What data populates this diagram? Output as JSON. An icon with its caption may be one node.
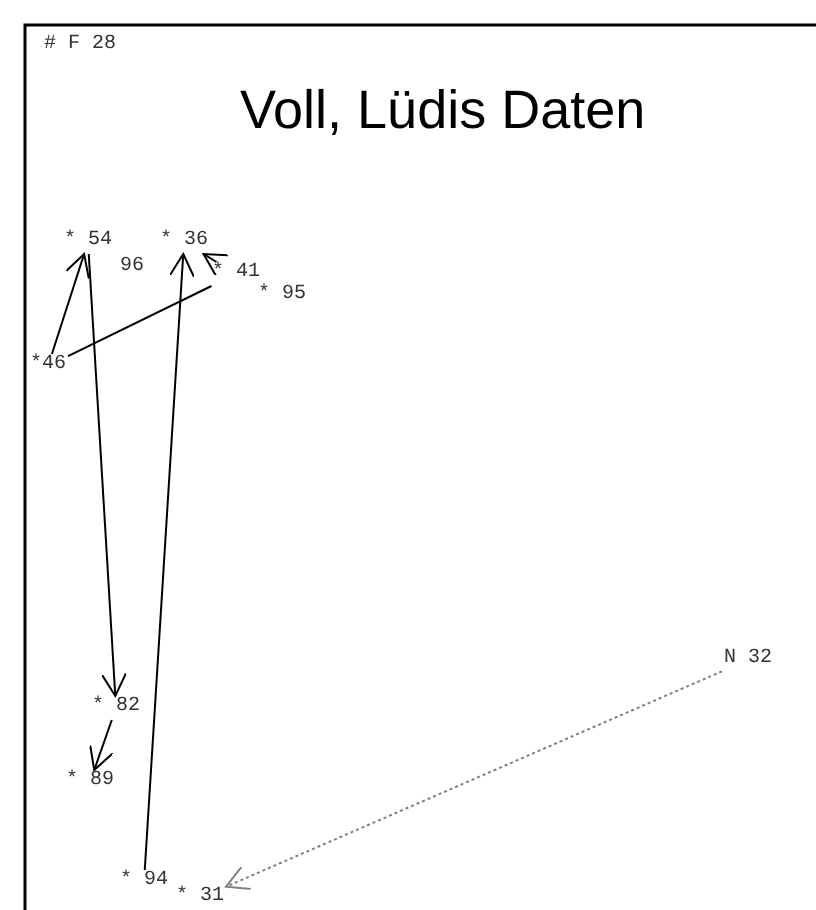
{
  "diagram": {
    "title": "Voll, Lüdis Daten",
    "nodes": [
      {
        "text": [
          "* 54"
        ]
      },
      {
        "text": [
          "* 36"
        ]
      },
      {
        "text": [
          "* 41"
        ]
      },
      {
        "text": [
          "*46"
        ]
      },
      {
        "text": [
          "* 82"
        ]
      },
      {
        "text": [
          "* 89"
        ]
      },
      {
        "text": [
          "* 94"
        ]
      },
      {
        "text": [
          "* 31"
        ]
      },
      {
        "text": [
          "N 32"
        ]
      }
    ],
    "edges": [
      {
        "from": 3,
        "to": 0,
        "arrow": "to"
      },
      {
        "from": 0,
        "to": 4,
        "arrow": "to"
      },
      {
        "from": 4,
        "to": 5,
        "arrow": "to"
      },
      {
        "from": 3,
        "to": 2,
        "arrow": "none"
      },
      {
        "from": 2,
        "to": 1,
        "arrow": "to"
      },
      {
        "from": 6,
        "to": 1,
        "arrow": "to"
      },
      {
        "from": 8,
        "to": 7,
        "arrow": "to",
        "style": "dashed",
        "color": "#808080"
      }
    ],
    "labels": [
      "# F 28",
      "96",
      "* 95"
    ]
  }
}
